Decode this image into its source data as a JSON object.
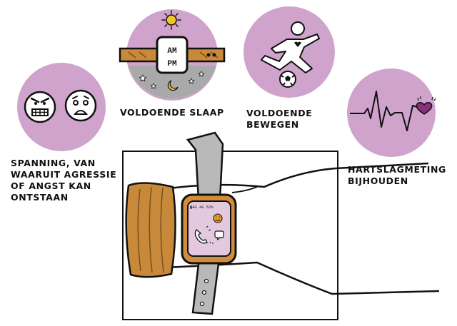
{
  "labels": {
    "stress": [
      "SPANNING, VAN",
      "WAARUIT AGRESSIE",
      "OF ANGST KAN",
      "ONTSTAAN"
    ],
    "sleep": [
      "VOLDOENDE SLAAP"
    ],
    "exercise": [
      "VOLDOENDE",
      "BEWEGEN"
    ],
    "heart": [
      "HARTSLAGMETING",
      "BIJHOUDEN"
    ]
  },
  "clock_face": {
    "am": "AM",
    "pm": "PM"
  },
  "watch_status": "▮4G 4G 52%",
  "colors": {
    "circle": "#cfa3cc",
    "strap": "#c88a3a",
    "band": "#b9b9b9",
    "heart": "#8a2f7a",
    "screen": "#e3c9e0",
    "emoji": "#e49a2a"
  }
}
